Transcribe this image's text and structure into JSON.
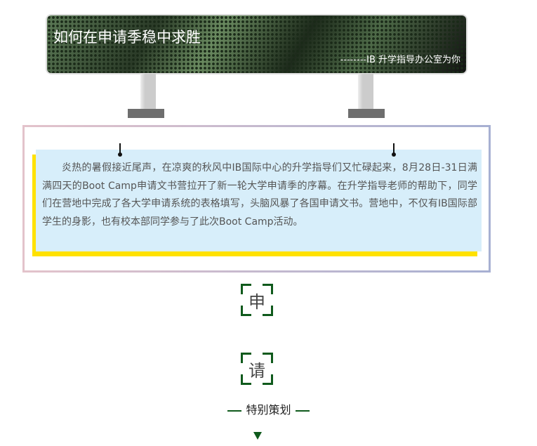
{
  "sign": {
    "title": "如何在申请季稳中求胜",
    "subtitle": "--------IB 升学指导办公室为你"
  },
  "article": {
    "paragraph": "炎热的暑假接近尾声，在凉爽的秋风中IB国际中心的升学指导们又忙碌起来，8月28日-31日满满四天的Boot Camp申请文书营拉开了新一轮大学申请季的序幕。在升学指导老师的帮助下，同学们在营地中完成了各大学申请系统的表格填写，头脑风暴了各国申请文书。营地中，不仅有IB国际部学生的身影，也有校本部同学参与了此次Boot Camp活动。"
  },
  "section": {
    "char1": "申",
    "char2": "请",
    "label": "特别策划"
  },
  "colors": {
    "accent": "#0f5a1c",
    "highlight": "#ffe100",
    "panel": "#d7eefa"
  }
}
